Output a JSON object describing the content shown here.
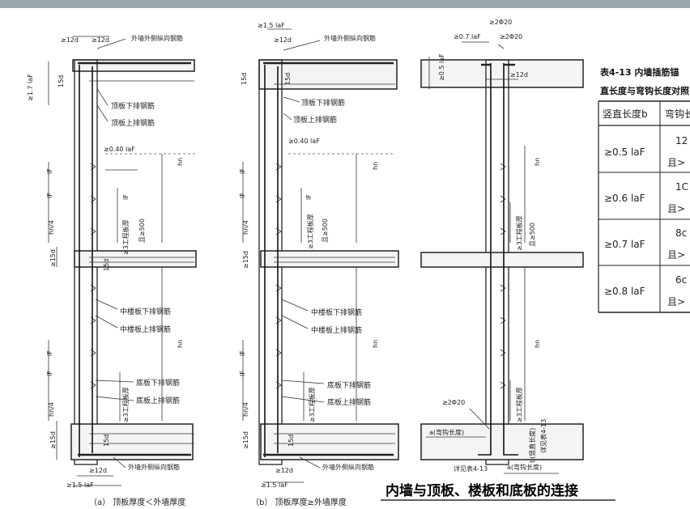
{
  "labels": {
    "ge_1_5_laF": "≥1.5 laF",
    "d12_a": "≥12d",
    "d12_b": "≥12d",
    "wall_outer_vertical": "外墙外侧纵向钢筋",
    "wall_outer_vertical_b": "外墙外侧纵向钢筋",
    "ge_1_7_laF": "≥1.7 laF",
    "d15_top": "15d",
    "d15_top_b": "15d",
    "roof_lower_bars": "顶板下排钢筋",
    "roof_upper_bars": "顶板上排钢筋",
    "roof_lower_bars_b": "顶板下排钢筋",
    "roof_upper_bars_b": "顶板上排钢筋",
    "ge_040_laF": "≥0.40 laF",
    "ge_040_laF_b": "≥0.40 laF",
    "hn": "hn",
    "hn_over_4": "hn/4",
    "lF": "lF",
    "ge_15d": "≥15d",
    "d15": "15d",
    "mid_lower_bars": "中楼板下排钢筋",
    "mid_upper_bars": "中楼板上排钢筋",
    "mid_lower_bars_b": "中楼板下排钢筋",
    "mid_upper_bars_b": "中楼板上排钢筋",
    "base_lower_bars": "底板下排钢筋",
    "base_upper_bars": "底板上排钢筋",
    "base_lower_bars_b": "底板下排钢筋",
    "base_upper_bars_b": "底板上排钢筋",
    "ge_500": "且≥500",
    "anchor_note": "≥3工程板厚",
    "ge_0_7_laF": "≥0.7 laF",
    "ge_2phi20": "≥2Φ20",
    "ge_2phi20_b": "≥2Φ20",
    "ge_2phi20_c": "≥2Φ20",
    "ge_0_5_laF": "≥0.5 laF",
    "hook_len_a": "a(弯钩长度)",
    "hook_len_b": "a(弯钩长度)",
    "vertical_len_b": "b(竖直长度)",
    "see_table": "详见表4-13"
  },
  "table": {
    "caption_line1": "表4-13  内墙插筋锚",
    "caption_line2": "直长度与弯钩长度对照",
    "headers": [
      "竖直长度b",
      "弯钩长"
    ],
    "rows": [
      {
        "b": "≥0.5 laF",
        "a1": "12",
        "a2": "且>"
      },
      {
        "b": "≥0.6 laF",
        "a1": "1C",
        "a2": "且>"
      },
      {
        "b": "≥0.7 laF",
        "a1": "8c",
        "a2": "且>"
      },
      {
        "b": "≥0.8 laF",
        "a1": "6c",
        "a2": "且>"
      }
    ]
  },
  "captions": {
    "a": "（a）  顶板厚度＜外墙厚度",
    "b": "（b）  顶板厚度≥外墙厚度"
  },
  "title": "内墙与顶板、楼板和底板的连接"
}
